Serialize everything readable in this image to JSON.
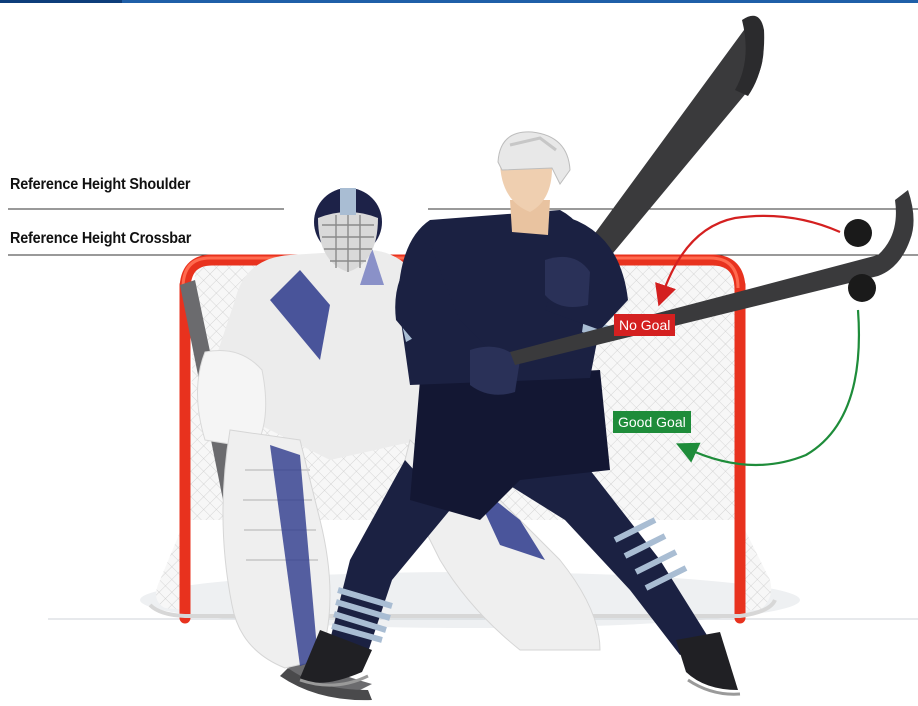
{
  "reference_lines": {
    "shoulder": "Reference Height Shoulder",
    "crossbar": "Reference Height Crossbar"
  },
  "outcomes": {
    "no_goal": {
      "label": "No Goal",
      "color": "#d42020"
    },
    "good_goal": {
      "label": "Good Goal",
      "color": "#1e8c3a"
    }
  },
  "colors": {
    "accent_bar": "#1f5fa8",
    "goal_frame": "#e8321e",
    "skater_jersey": "#1b2142",
    "jersey_stripe": "#a9bdd3",
    "goalie_gear": "#ececec",
    "goalie_accent": "#2d3a8c",
    "stick": "#3a3a3c"
  }
}
